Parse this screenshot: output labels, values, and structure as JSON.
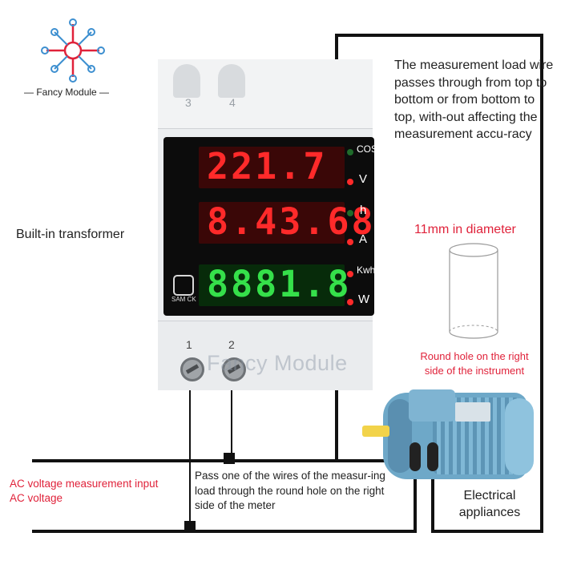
{
  "brand": {
    "name": "— Fancy Module —",
    "colors": {
      "red": "#e0223a",
      "blue": "#3d8fd0"
    }
  },
  "watermark": "Fancy Module",
  "meter": {
    "top_terminals": [
      "3",
      "4"
    ],
    "bottom_terminals": [
      "1",
      "2"
    ],
    "rows": [
      {
        "digits": "221.7",
        "unit": "V",
        "indicator_unit": "COSφ",
        "color": "red"
      },
      {
        "digits": "8.43.68",
        "unit": "A",
        "indicator_unit": "h",
        "color": "red"
      },
      {
        "digits": "8881.8",
        "unit": "W",
        "indicator_unit": "Kwh",
        "color": "green"
      }
    ],
    "button_label": "SAM CK",
    "colors": {
      "red_digit": "#ff2a2a",
      "green_digit": "#35e04a"
    }
  },
  "labels": {
    "measurement_note": "The measurement load wire passes through from top to bottom or from bottom to top, with-out affecting the measurement accu-racy",
    "transformer": "Built-in transformer",
    "diameter": "11mm in diameter",
    "hole": "Round hole on the right side of the instrument",
    "ac_measurement": "AC voltage measurement input",
    "ac_voltage": "AC voltage",
    "pass_wire": "Pass one of the wires of the measur-ing load through the round hole on the right side of the meter",
    "appliance": "Electrical appliances"
  }
}
